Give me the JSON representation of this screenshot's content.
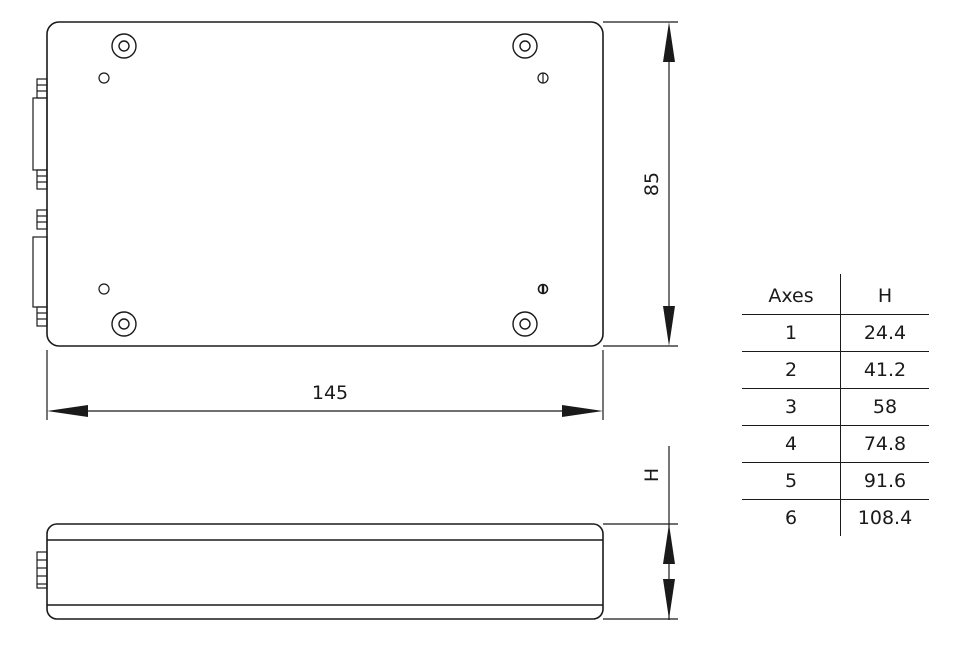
{
  "top_view": {
    "width_label": "145",
    "height_label": "85"
  },
  "side_view": {
    "height_label": "H"
  },
  "table": {
    "headers": [
      "Axes",
      "H"
    ],
    "rows": [
      [
        "1",
        "24.4"
      ],
      [
        "2",
        "41.2"
      ],
      [
        "3",
        "58"
      ],
      [
        "4",
        "74.8"
      ],
      [
        "5",
        "91.6"
      ],
      [
        "6",
        "108.4"
      ]
    ]
  }
}
